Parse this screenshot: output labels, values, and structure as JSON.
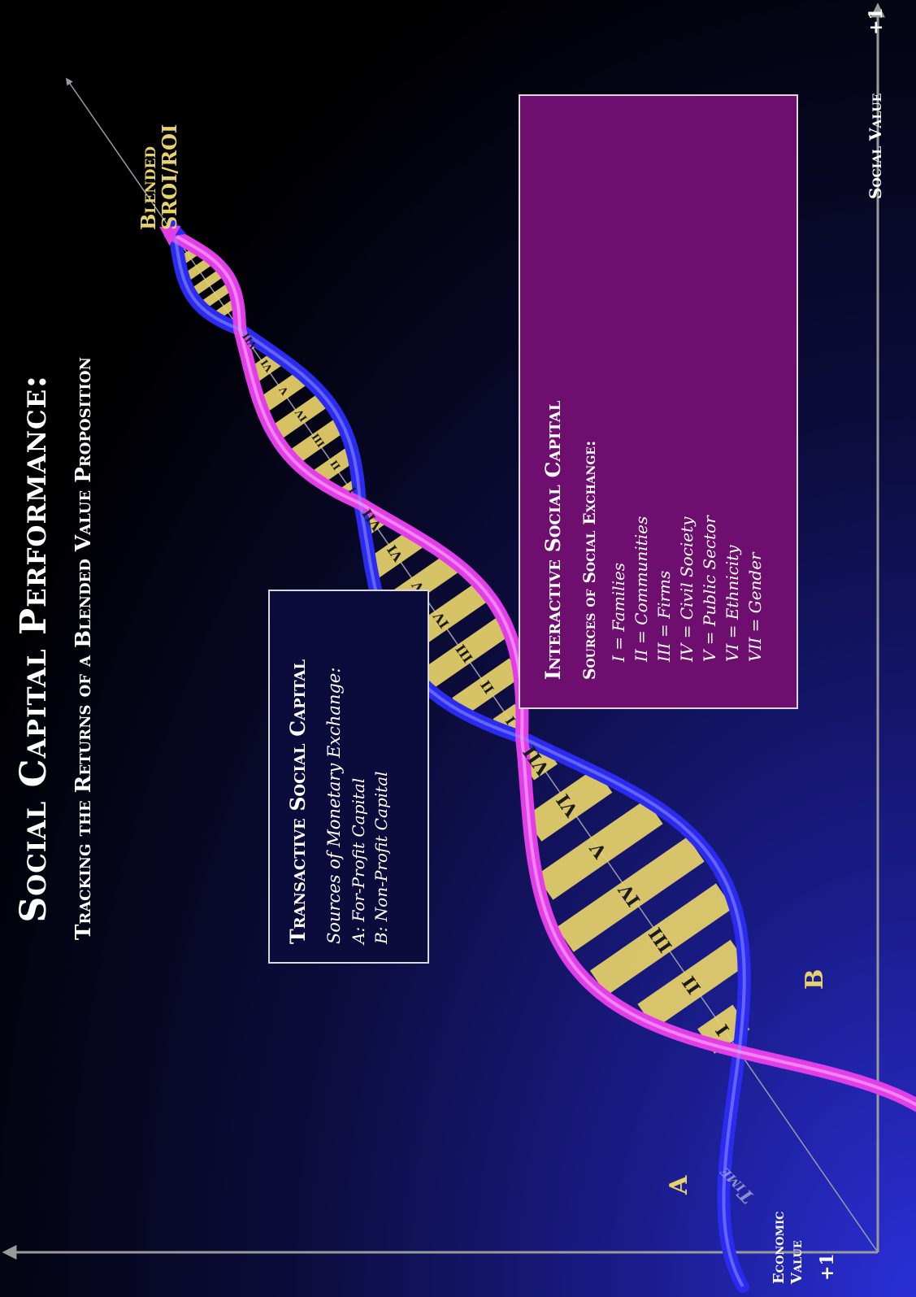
{
  "title": "Social Capital Performance:",
  "subtitle": "Tracking the Returns of a Blended Value Proposition",
  "axes": {
    "economic_value": "Economic Value",
    "economic_plus": "+1",
    "social_value": "Social Value",
    "social_plus": "+1",
    "time": "Time"
  },
  "strands": {
    "a_label": "A",
    "b_label": "B",
    "a_color": "#2b2bf0",
    "b_color": "#e23ee8",
    "rung_color": "#e8d36a"
  },
  "blended": {
    "line1": "Blended",
    "line2": "SROI/ROI"
  },
  "transactive": {
    "title": "Transactive Social Capital",
    "subtitle": "Sources of Monetary Exchange:",
    "items": [
      "A:  For-Profit Capital",
      "B:  Non-Profit Capital"
    ]
  },
  "interactive": {
    "title": "Interactive Social Capital",
    "subtitle": "Sources of Social Exchange:",
    "items": [
      "I = Families",
      "II = Communities",
      "III = Firms",
      "IV = Civil Society",
      "V = Public Sector",
      "VI = Ethnicity",
      "VII = Gender"
    ]
  },
  "rung_numerals": [
    "I",
    "II",
    "III",
    "IV",
    "V",
    "VI",
    "VII"
  ]
}
